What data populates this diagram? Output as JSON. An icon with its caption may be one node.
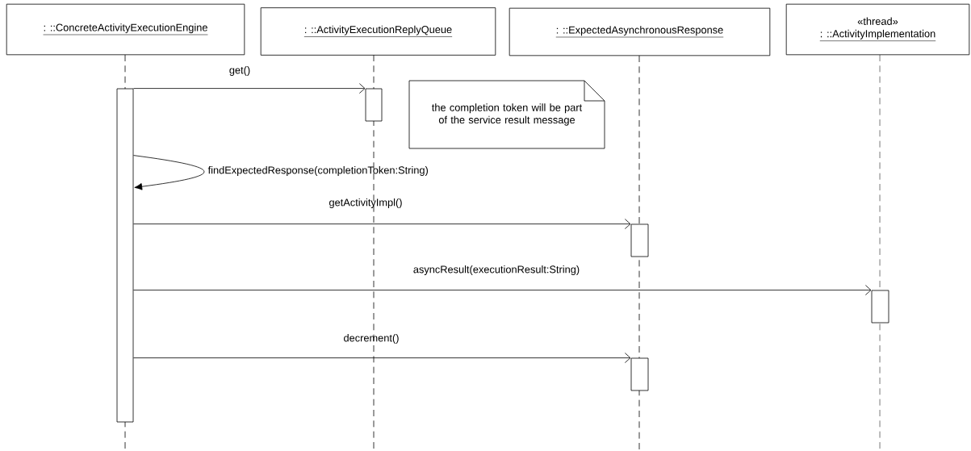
{
  "diagram": {
    "nodes": [
      {
        "text": [
          ": ::ConcreteActivityExecutionEngine"
        ]
      },
      {
        "text": [
          ": ::ActivityExecutionReplyQueue"
        ]
      },
      {
        "text": [
          ": ::ExpectedAsynchronousResponse"
        ]
      },
      {
        "text": [
          "«thread»",
          ": ::ActivityImplementation"
        ]
      },
      {
        "text": [
          "the completion token will be part of the service result message"
        ]
      },
      {
        "text": [],
        "shape": "bar"
      },
      {
        "text": [],
        "shape": "bar"
      },
      {
        "text": [],
        "shape": "bar"
      },
      {
        "text": [],
        "shape": "bar"
      },
      {
        "text": [],
        "shape": "bar"
      }
    ],
    "edges": [
      {
        "from": 5,
        "to": 6,
        "arrow": "to",
        "label": "get()"
      },
      {
        "from": 5,
        "to": 5,
        "arrow": "to",
        "label": "findExpectedResponse(completionToken:String)"
      },
      {
        "from": 5,
        "to": 7,
        "arrow": "to",
        "label": "getActivityImpl()"
      },
      {
        "from": 5,
        "to": 8,
        "arrow": "to",
        "label": "asyncResult(executionResult:String)"
      },
      {
        "from": 5,
        "to": 9,
        "arrow": "to",
        "label": "decrement()"
      }
    ]
  }
}
